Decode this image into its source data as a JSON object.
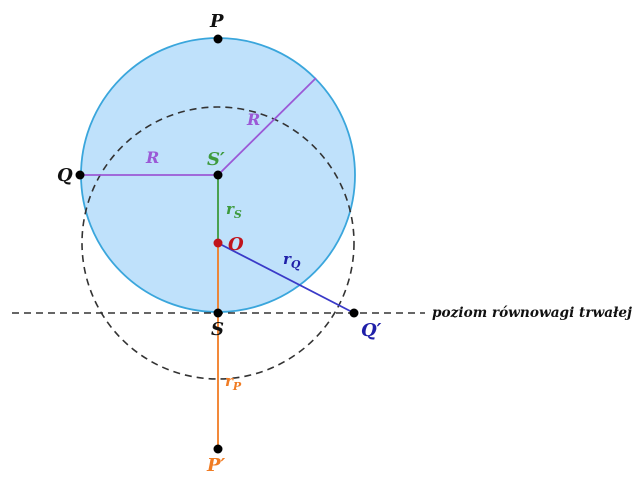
{
  "diagram": {
    "points": {
      "P": "P",
      "Q": "Q",
      "S_prime": "S′",
      "O": "O",
      "S": "S",
      "Q_prime": "Q′",
      "P_prime": "P′"
    },
    "segment_labels": {
      "R_top": "R",
      "R_left": "R",
      "r_S": "r",
      "r_S_sub": "S",
      "r_Q": "r",
      "r_Q_sub": "Q",
      "r_P": "r",
      "r_P_sub": "P"
    },
    "equilibrium_caption": "poziom równowagi trwałej",
    "colors": {
      "disk_fill": "#bfe1fb",
      "disk_stroke": "#3aa6dc",
      "radius_R": "#9b59d6",
      "radius_rS": "#3d9a3d",
      "radius_rQ": "#3a3ac8",
      "radius_rP": "#f07c24",
      "center_O": "#c0141c",
      "dashed": "#333333",
      "label_S_prime": "#3d9a3d",
      "label_O": "#c0141c",
      "label_Q_prime": "#1f1fa8",
      "label_P_prime": "#f07c24",
      "label_default": "#111111"
    }
  }
}
